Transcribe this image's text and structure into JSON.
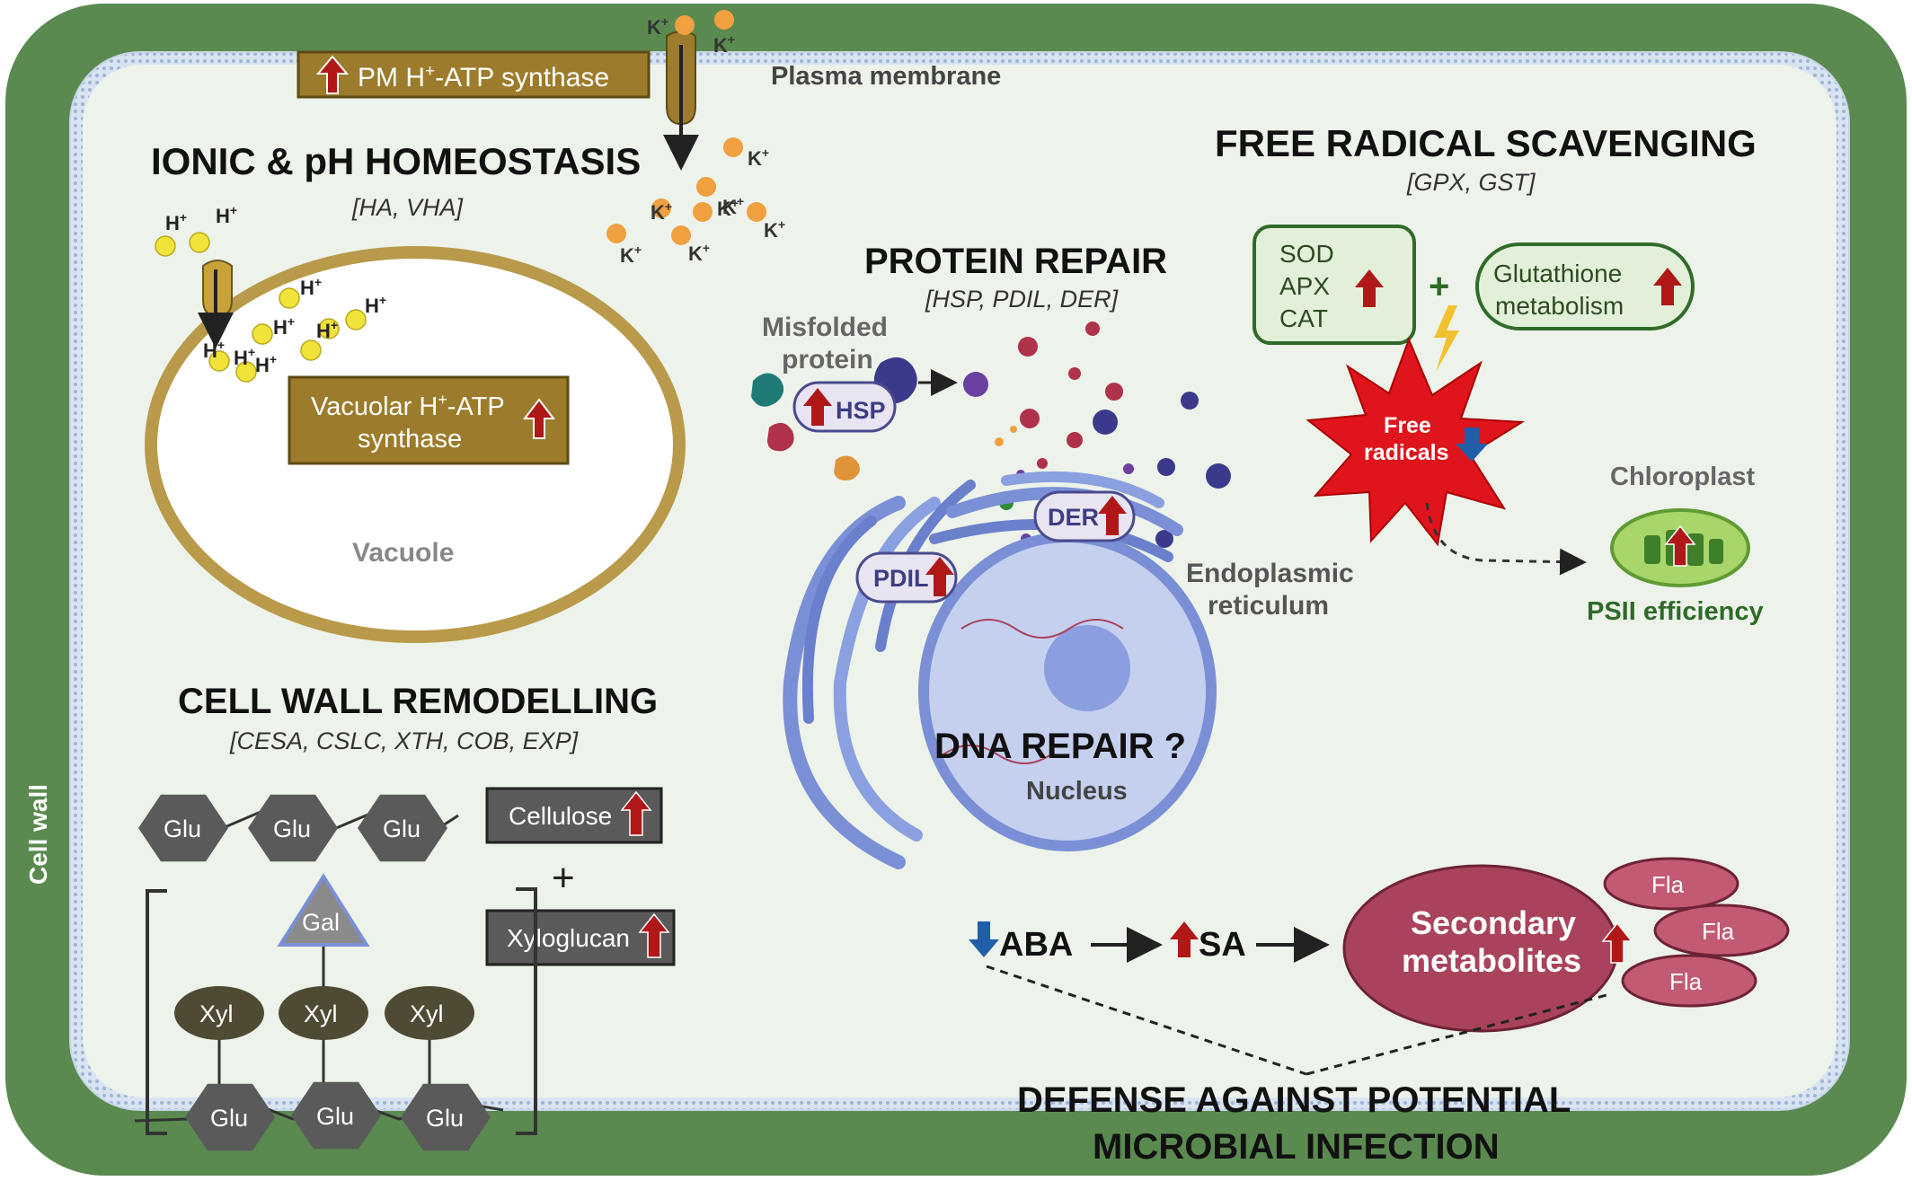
{
  "cell_wall_label": "Cell wall",
  "plasma_membrane_label": "Plasma membrane",
  "pm_atp": {
    "pre": "PM H",
    "sup": "+",
    "post": "-ATP synthase"
  },
  "ionic": {
    "title": "IONIC & pH HOMEOSTASIS",
    "genes": "[HA, VHA]"
  },
  "ions": {
    "k": "K",
    "h": "H",
    "plus": "+"
  },
  "vacuole": {
    "label": "Vacuole",
    "atp_line1_pre": "Vacuolar H",
    "atp_line1_post": "-ATP",
    "atp_line2": "synthase"
  },
  "protein_repair": {
    "title": "PROTEIN REPAIR",
    "genes": "[HSP, PDIL, DER]",
    "misfolded_line1": "Misfolded",
    "misfolded_line2": "protein",
    "hsp": "HSP",
    "pdil": "PDIL",
    "der": "DER"
  },
  "er": {
    "line1": "Endoplasmic",
    "line2": "reticulum"
  },
  "nucleus": {
    "dna_repair": "DNA REPAIR ?",
    "label": "Nucleus"
  },
  "free_radical": {
    "title": "FREE RADICAL SCAVENGING",
    "genes": "[GPX, GST]",
    "enzymes": [
      "SOD",
      "APX",
      "CAT"
    ],
    "plus": "+",
    "glutathione_line1": "Glutathione",
    "glutathione_line2": "metabolism",
    "radicals_line1": "Free",
    "radicals_line2": "radicals",
    "chloroplast": "Chloroplast",
    "psii": "PSII efficiency"
  },
  "cell_wall_remodelling": {
    "title": "CELL WALL REMODELLING",
    "genes": "[CESA, CSLC, XTH, COB, EXP]",
    "glu": "Glu",
    "gal": "Gal",
    "xyl": "Xyl",
    "cellulose": "Cellulose",
    "plus": "+",
    "xyloglucan": "Xyloglucan"
  },
  "hormones": {
    "aba": "ABA",
    "sa": "SA"
  },
  "secondary": {
    "line1": "Secondary",
    "line2": "metabolites",
    "fla": "Fla"
  },
  "defense": {
    "line1": "DEFENSE AGAINST POTENTIAL",
    "line2": "MICROBIAL INFECTION"
  },
  "colors": {
    "cell_wall": "#5a8a4f",
    "cytoplasm": "#edf3ea",
    "up_arrow": "#b01818",
    "down_arrow": "#1f5fa8",
    "gold": "#9c7c2c",
    "er_blue": "#7a8fd6",
    "metabolite": "#a9435b",
    "radical_red": "#e0141c",
    "scavenging_green": "#2e6b28"
  }
}
